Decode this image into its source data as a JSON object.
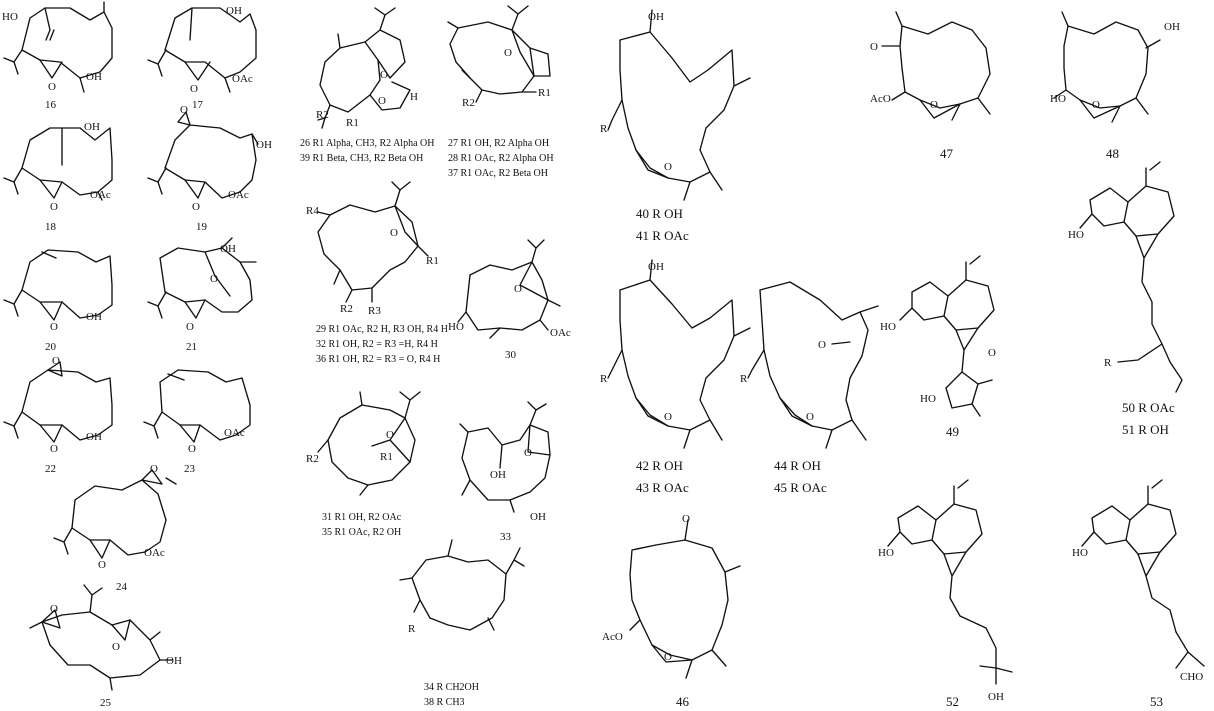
{
  "compounds": [
    {
      "id": "c16",
      "number": "16",
      "labels": [
        "HO",
        "O",
        "OH"
      ]
    },
    {
      "id": "c17",
      "number": "17",
      "labels": [
        "OH",
        "O",
        "OAc"
      ]
    },
    {
      "id": "c18",
      "number": "18",
      "labels": [
        "OH",
        "O",
        "OAc"
      ]
    },
    {
      "id": "c19",
      "number": "19",
      "labels": [
        "O",
        "OH",
        "O",
        "OAc"
      ]
    },
    {
      "id": "c20",
      "number": "20",
      "labels": [
        "O",
        "OH"
      ]
    },
    {
      "id": "c21",
      "number": "21",
      "labels": [
        "OH",
        "O",
        "O"
      ]
    },
    {
      "id": "c22",
      "number": "22",
      "labels": [
        "O",
        "O",
        "OH"
      ]
    },
    {
      "id": "c23",
      "number": "23",
      "labels": [
        "O",
        "OAc"
      ]
    },
    {
      "id": "c24",
      "number": "24",
      "labels": [
        "O",
        "O",
        "OAc"
      ]
    },
    {
      "id": "c25",
      "number": "25",
      "labels": [
        "O",
        "O",
        "OH"
      ]
    },
    {
      "id": "c26",
      "number": "",
      "labels": [
        "R2",
        "R1",
        "O",
        "O",
        "H"
      ],
      "captions": [
        "26  R1 Alpha, CH3, R2 Alpha OH",
        "39  R1 Beta, CH3, R2 Beta OH"
      ]
    },
    {
      "id": "c27",
      "number": "",
      "labels": [
        "O",
        "R2",
        "R1"
      ],
      "captions": [
        "27  R1 OH, R2 Alpha OH",
        "28  R1 OAc, R2 Alpha OH",
        "37  R1 OAc, R2 Beta OH"
      ]
    },
    {
      "id": "c29",
      "number": "",
      "labels": [
        "R4",
        "O",
        "R1",
        "R2",
        "R3"
      ],
      "captions": [
        "29  R1 OAc, R2 H, R3 OH, R4 H",
        "32  R1 OH, R2 = R3 =H, R4 H",
        "36  R1 OH, R2 = R3 = O, R4 H"
      ]
    },
    {
      "id": "c30",
      "number": "30",
      "labels": [
        "O",
        "HO",
        "OAc"
      ]
    },
    {
      "id": "c31",
      "number": "",
      "labels": [
        "O",
        "R2",
        "R1"
      ],
      "captions": [
        "31  R1 OH, R2 OAc",
        "35  R1 OAc, R2 OH"
      ]
    },
    {
      "id": "c33",
      "number": "33",
      "labels": [
        "O",
        "OH",
        "OH"
      ]
    },
    {
      "id": "c34",
      "number": "",
      "labels": [
        "R"
      ],
      "captions": [
        "34  R  CH2OH",
        "38  R  CH3"
      ]
    },
    {
      "id": "c40",
      "number": "",
      "labels": [
        "OH",
        "R",
        "O"
      ],
      "captions": [
        "40  R OH",
        "41  R OAc"
      ]
    },
    {
      "id": "c42",
      "number": "",
      "labels": [
        "OH",
        "R",
        "O"
      ],
      "captions": [
        "42  R OH",
        "43  R OAc"
      ]
    },
    {
      "id": "c44",
      "number": "",
      "labels": [
        "R",
        "O",
        "O"
      ],
      "captions": [
        "44  R OH",
        "45  R OAc"
      ]
    },
    {
      "id": "c46",
      "number": "46",
      "labels": [
        "O",
        "AcO",
        "O"
      ]
    },
    {
      "id": "c47",
      "number": "47",
      "labels": [
        "O",
        "AcO",
        "O"
      ]
    },
    {
      "id": "c48",
      "number": "48",
      "labels": [
        "OH",
        "HO",
        "O"
      ]
    },
    {
      "id": "c49",
      "number": "49",
      "labels": [
        "HO",
        "O",
        "HO"
      ]
    },
    {
      "id": "c50",
      "number": "",
      "labels": [
        "HO",
        "R"
      ],
      "captions": [
        "50  R OAc",
        "51  R OH"
      ]
    },
    {
      "id": "c52",
      "number": "52",
      "labels": [
        "HO",
        "OH"
      ]
    },
    {
      "id": "c53",
      "number": "53",
      "labels": [
        "HO",
        "CHO"
      ]
    }
  ]
}
